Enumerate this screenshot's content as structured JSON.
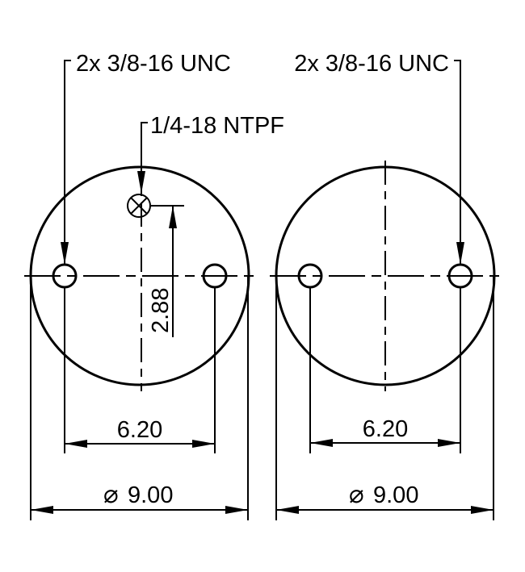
{
  "drawing": {
    "stroke_color": "#000000",
    "background": "#ffffff",
    "left_view": {
      "thread_callout": "2x 3/8-16 UNC",
      "port_callout": "1/4-18 NTPF",
      "port_offset_dim": "2.88",
      "bolt_spacing_dim": "6.20",
      "diameter_symbol": "⌀",
      "diameter_dim": "9.00"
    },
    "right_view": {
      "thread_callout": "2x 3/8-16 UNC",
      "bolt_spacing_dim": "6.20",
      "diameter_symbol": "⌀",
      "diameter_dim": "9.00"
    }
  }
}
